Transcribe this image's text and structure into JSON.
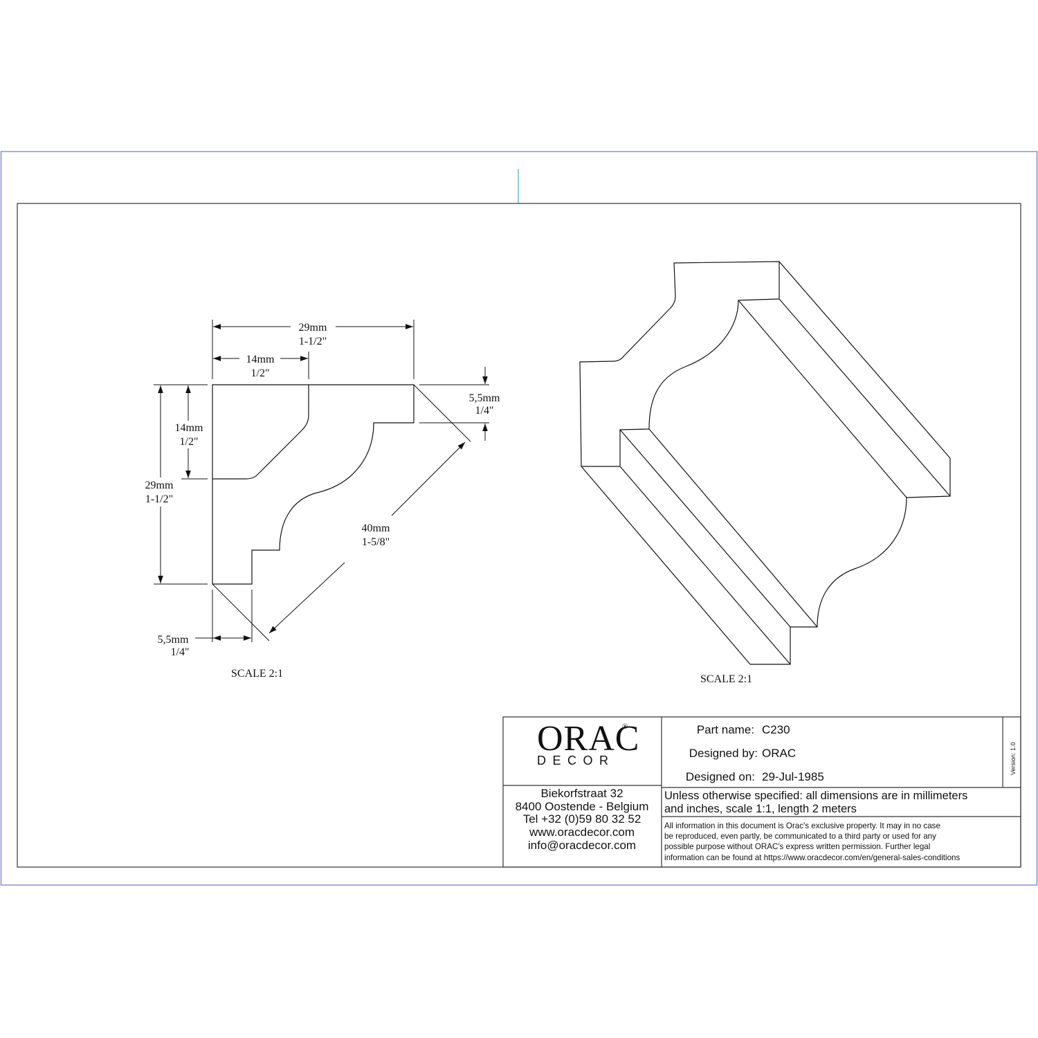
{
  "section_view": {
    "dims": {
      "width_mm": "29mm",
      "width_in": "1-1/2\"",
      "top_mm": "14mm",
      "top_in": "1/2\"",
      "left_upper_mm": "14mm",
      "left_upper_in": "1/2\"",
      "height_mm": "29mm",
      "height_in": "1-1/2\"",
      "right_top_mm": "5,5mm",
      "right_top_in": "1/4\"",
      "diagonal_mm": "40mm",
      "diagonal_in": "1-5/8\"",
      "bottom_mm": "5,5mm",
      "bottom_in": "1/4\""
    },
    "scale": "SCALE  2:1"
  },
  "iso_view": {
    "scale": "SCALE  2:1"
  },
  "title_block": {
    "logo_orac": "ORAC",
    "logo_reg": "®",
    "logo_decor": "DECOR",
    "address": [
      "Biekorfstraat 32",
      "8400 Oostende - Belgium",
      "Tel  +32 (0)59 80 32 52",
      "www.oracdecor.com",
      "info@oracdecor.com"
    ],
    "part_name_label": "Part name:",
    "part_name_value": "C230",
    "designed_by_label": "Designed by:",
    "designed_by_value": "ORAC",
    "designed_on_label": "Designed on:",
    "designed_on_value": "29-Jul-1985",
    "version": "Version: 1.0",
    "note_lines": [
      "Unless otherwise specified: all dimensions are in millimeters",
      "and inches, scale 1:1, length 2 meters"
    ],
    "legal_lines": [
      "All information in this document is Orac's exclusive property.  It may in no case",
      "be reproduced, even partly, be communicated to a third party or used for any",
      "possible purpose without ORAC's express written permission. Further legal",
      "information can be found at https://www.oracdecor.com/en/general-sales-conditions"
    ]
  }
}
